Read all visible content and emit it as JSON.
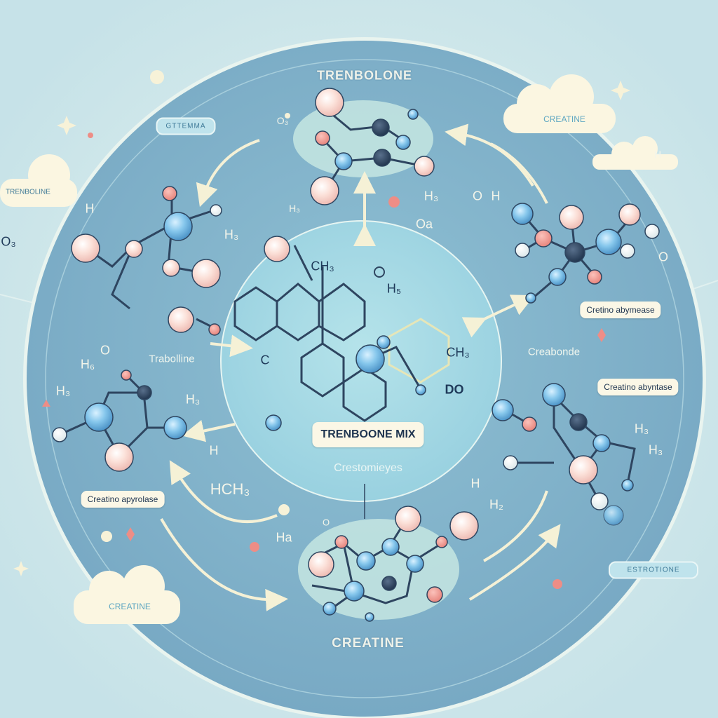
{
  "titles": {
    "top": "TRENBOLONE",
    "center": "TRENBOONE MIX",
    "center_sub": "Crestomieyes",
    "bottom": "CREATINE"
  },
  "clouds": {
    "top_right": "CREATINE",
    "bottom_left": "CREATINE",
    "left": "TRENBOLINE"
  },
  "bubbles": {
    "top_left": "GTTEMMA",
    "right": "ESTROTIONE"
  },
  "pills": {
    "right_upper": "Cretino abymease",
    "right_lower": "Creatino abyntase",
    "left": "Creatino apyrolase"
  },
  "floating": {
    "trabolline": "Trabolline",
    "creabonde": "Creabonde",
    "hch3": "HCH₃"
  },
  "chem_labels": [
    "H",
    "O₃",
    "H₃",
    "H₃",
    "O₃",
    "O",
    "H₆",
    "H₃",
    "H₃",
    "H₃",
    "H",
    "Oa",
    "O",
    "H",
    "O",
    "CH₃",
    "H₅",
    "C",
    "CH₃",
    "DO",
    "H₃",
    "H₃",
    "H",
    "H₂",
    "Ha",
    "H",
    "O"
  ],
  "colors": {
    "outer_bg": "#d3e9ec",
    "main_circle": "#7fb0c8",
    "inner_circle": "#a8dae5",
    "atom_pink": "#f6d3cb",
    "atom_blue": "#7cc0e6",
    "atom_navy": "#2e4560",
    "accent_red": "#ee8d86"
  }
}
